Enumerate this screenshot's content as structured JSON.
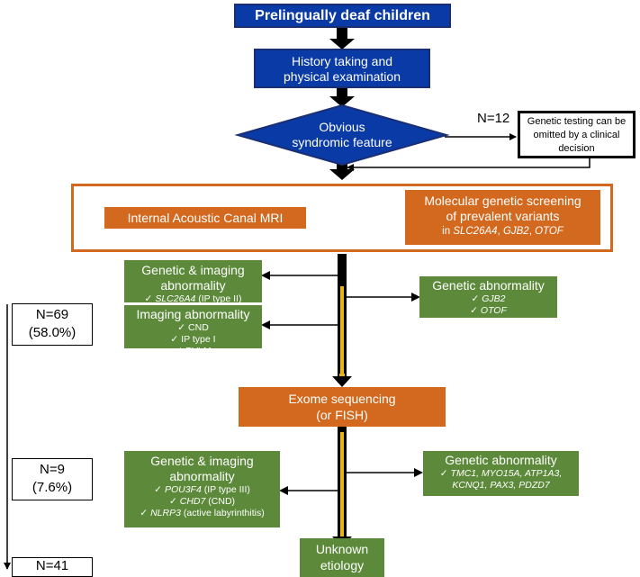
{
  "nodes": {
    "start": "Prelingually deaf children",
    "history_line1": "History taking and",
    "history_line2": "physical examination",
    "syndromic_line1": "Obvious",
    "syndromic_line2": "syndromic feature",
    "n_syndromic": "N=12",
    "omit_line1": "Genetic testing can be",
    "omit_line2": "omitted by a clinical",
    "omit_line3": "decision",
    "mri": "Internal Acoustic Canal MRI",
    "screen_line1": "Molecular genetic screening",
    "screen_line2": "of prevalent variants",
    "screen_in": "in ",
    "screen_genes": [
      "SLC26A4",
      "GJB2",
      "OTOF"
    ],
    "gi1_title_1": "Genetic & imaging",
    "gi1_title_2": "abnormality",
    "gi1_gene": "SLC26A4",
    "gi1_detail": " (IP type II)",
    "img_title": "Imaging abnormality",
    "img_items": [
      "CND",
      "IP type I",
      "PVLM"
    ],
    "gen1_title": "Genetic abnormality",
    "gen1_items": [
      "GJB2",
      "OTOF"
    ],
    "n1_count": "N=69",
    "n1_pct": "(58.0%)",
    "exome_line1": "Exome sequencing",
    "exome_line2": "(or FISH)",
    "gi2_title_1": "Genetic & imaging",
    "gi2_title_2": "abnormality",
    "gi2_items": [
      {
        "gene": "POU3F4",
        "detail": " (IP type III)"
      },
      {
        "gene": "CHD7",
        "detail": " (CND)"
      },
      {
        "gene": "NLRP3",
        "detail": " (active labyrinthitis)"
      }
    ],
    "gen2_title": "Genetic abnormality",
    "gen2_line1": "TMC1, MYO15A, ATP1A3,",
    "gen2_line2": "KCNQ1, PAX3, PDZD7",
    "n2_count": "N=9",
    "n2_pct": "(7.6%)",
    "unknown_line1": "Unknown",
    "unknown_line2": "etiology",
    "n3_count": "N=41"
  },
  "check_symbol": "✓",
  "colors": {
    "blue": "#0a3aa6",
    "orange": "#d2691e",
    "green": "#5c8a3a",
    "arrow_yellow": "#e8b41c"
  }
}
